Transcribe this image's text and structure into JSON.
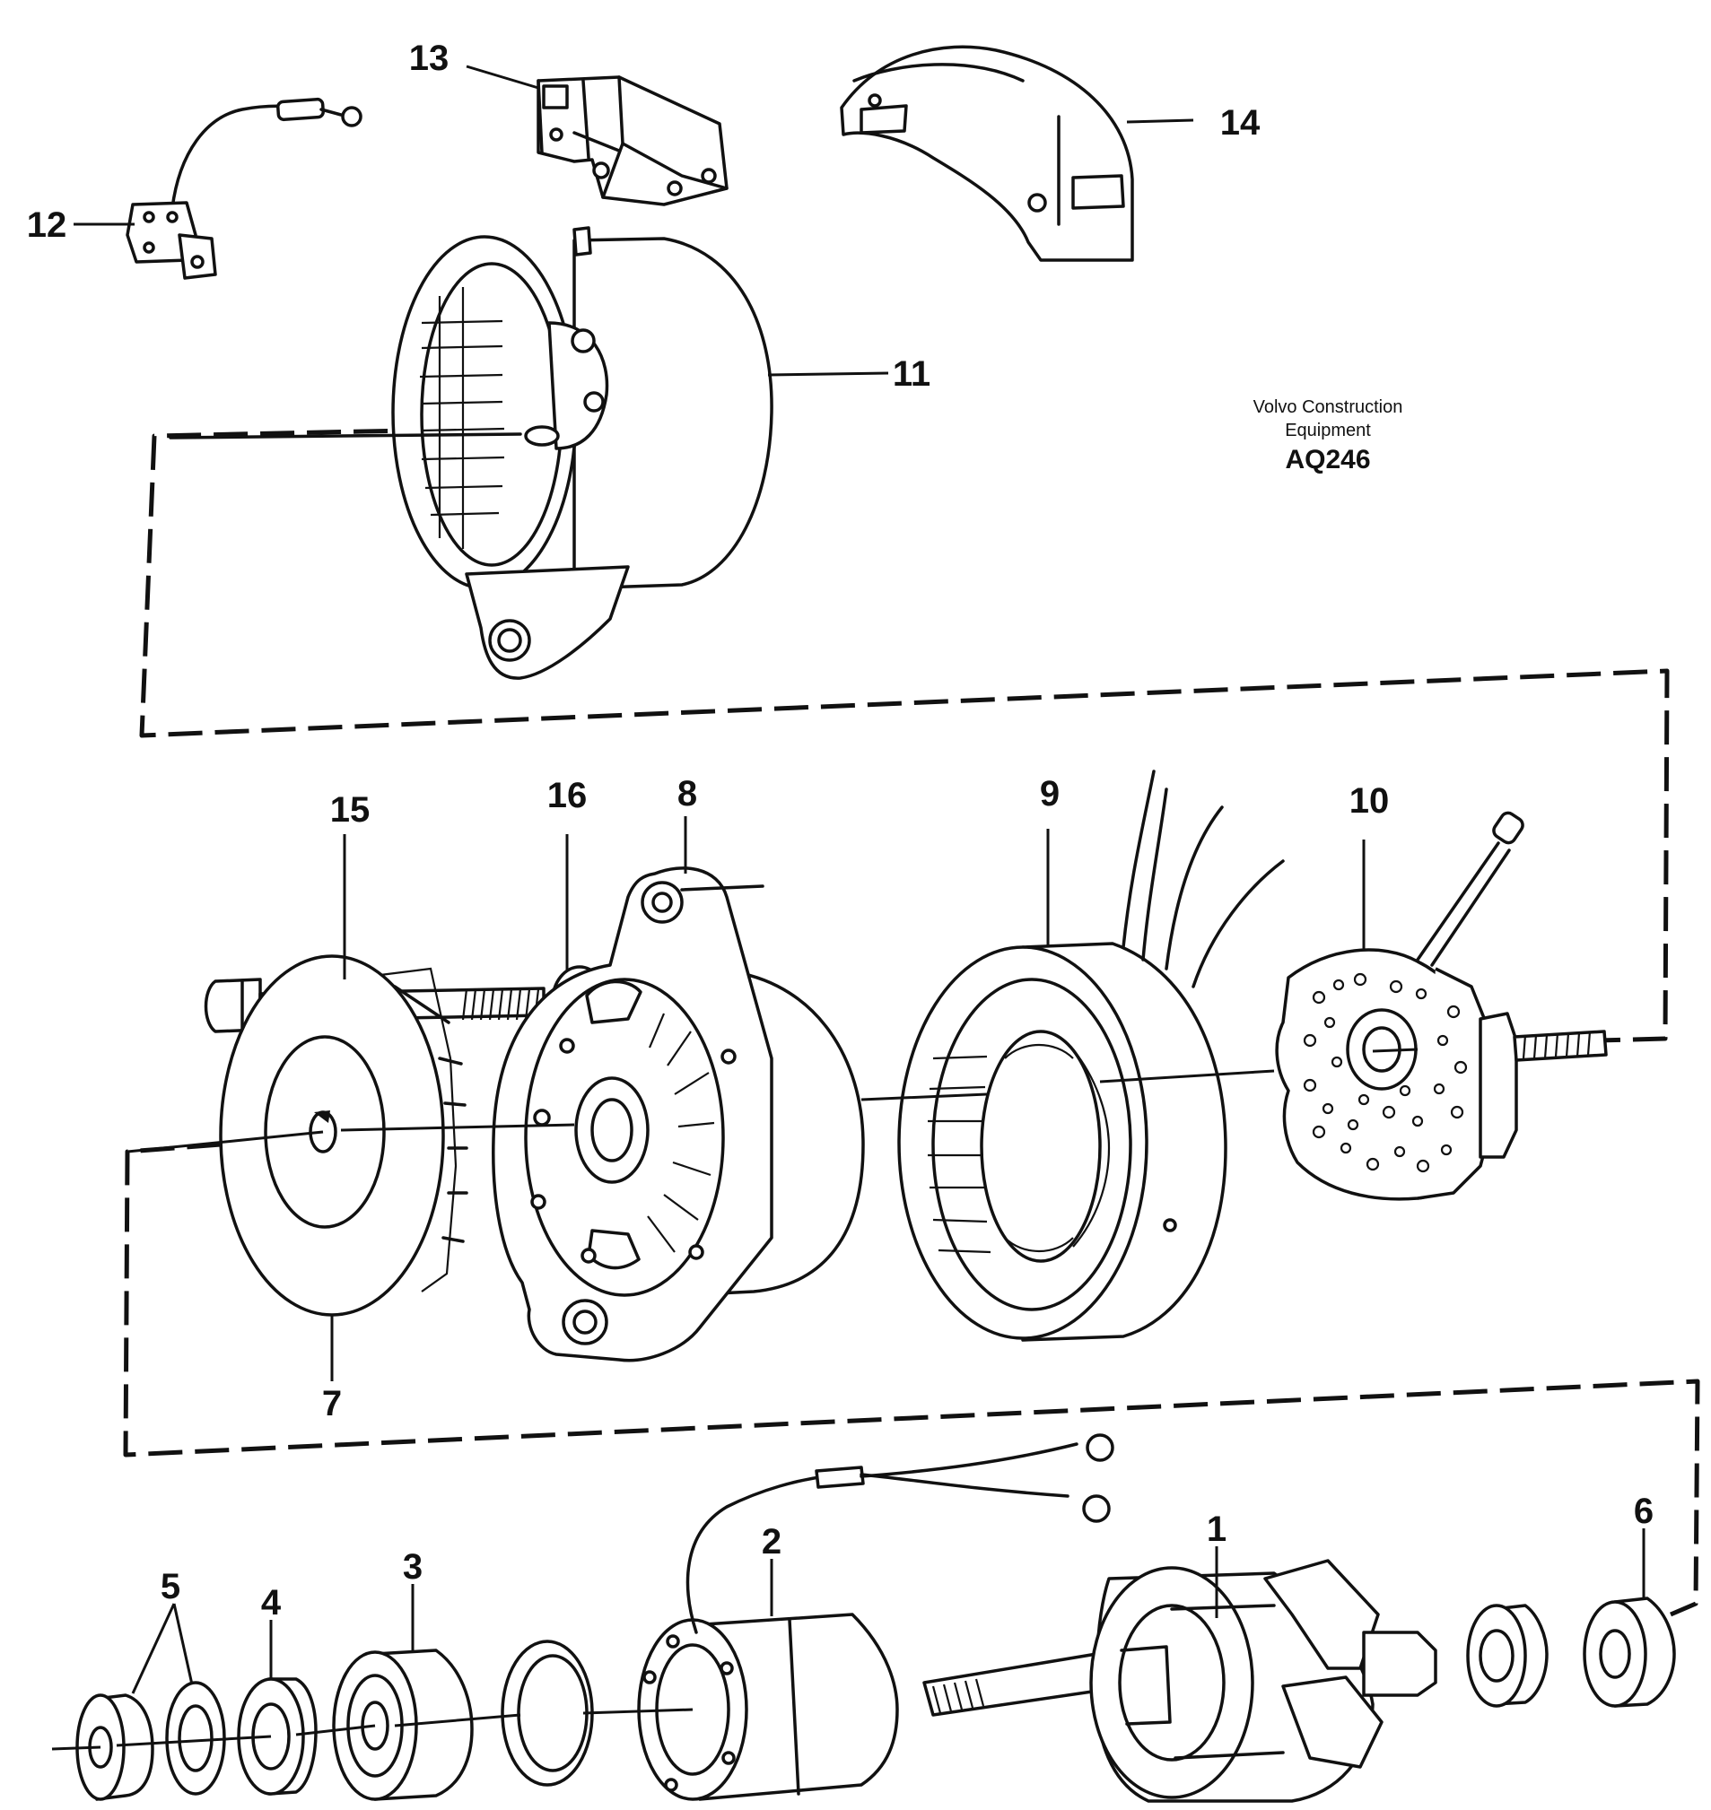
{
  "watermark": {
    "line1": "Volvo Construction",
    "line2": "Equipment",
    "code": "AQ246"
  },
  "callouts": {
    "c1": "1",
    "c2": "2",
    "c3": "3",
    "c4": "4",
    "c5": "5",
    "c6": "6",
    "c7": "7",
    "c8": "8",
    "c9": "9",
    "c10": "10",
    "c11": "11",
    "c12": "12",
    "c13": "13",
    "c14": "14",
    "c15": "15",
    "c16": "16"
  }
}
